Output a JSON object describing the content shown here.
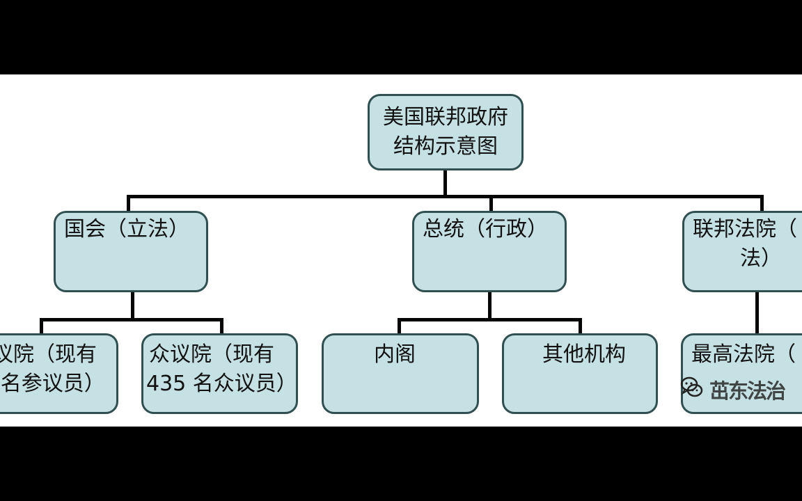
{
  "diagram": {
    "root": {
      "line1": "美国联邦政府",
      "line2": "结构示意图"
    },
    "branches": {
      "legislative": {
        "label": "国会（立法）"
      },
      "executive": {
        "label": "总统（行政）"
      },
      "judicial": {
        "line1": "联邦法院（",
        "line2": "法）"
      }
    },
    "children": {
      "senate": {
        "line1": "议院（现有",
        "line2": ")名参议员）"
      },
      "house": {
        "line1": "众议院（现有",
        "line2": "435 名众议员）"
      },
      "cabinet": {
        "label": "内阁"
      },
      "other_agencies": {
        "label": "其他机构"
      },
      "supreme_court": {
        "label": "最高法院（"
      }
    }
  },
  "watermark": {
    "text": "茁东法治"
  },
  "colors": {
    "box_fill": "#c6e1e4",
    "box_border": "#2f4f50",
    "connector": "#050505",
    "background": "#ffffff",
    "letterbox": "#000000"
  }
}
